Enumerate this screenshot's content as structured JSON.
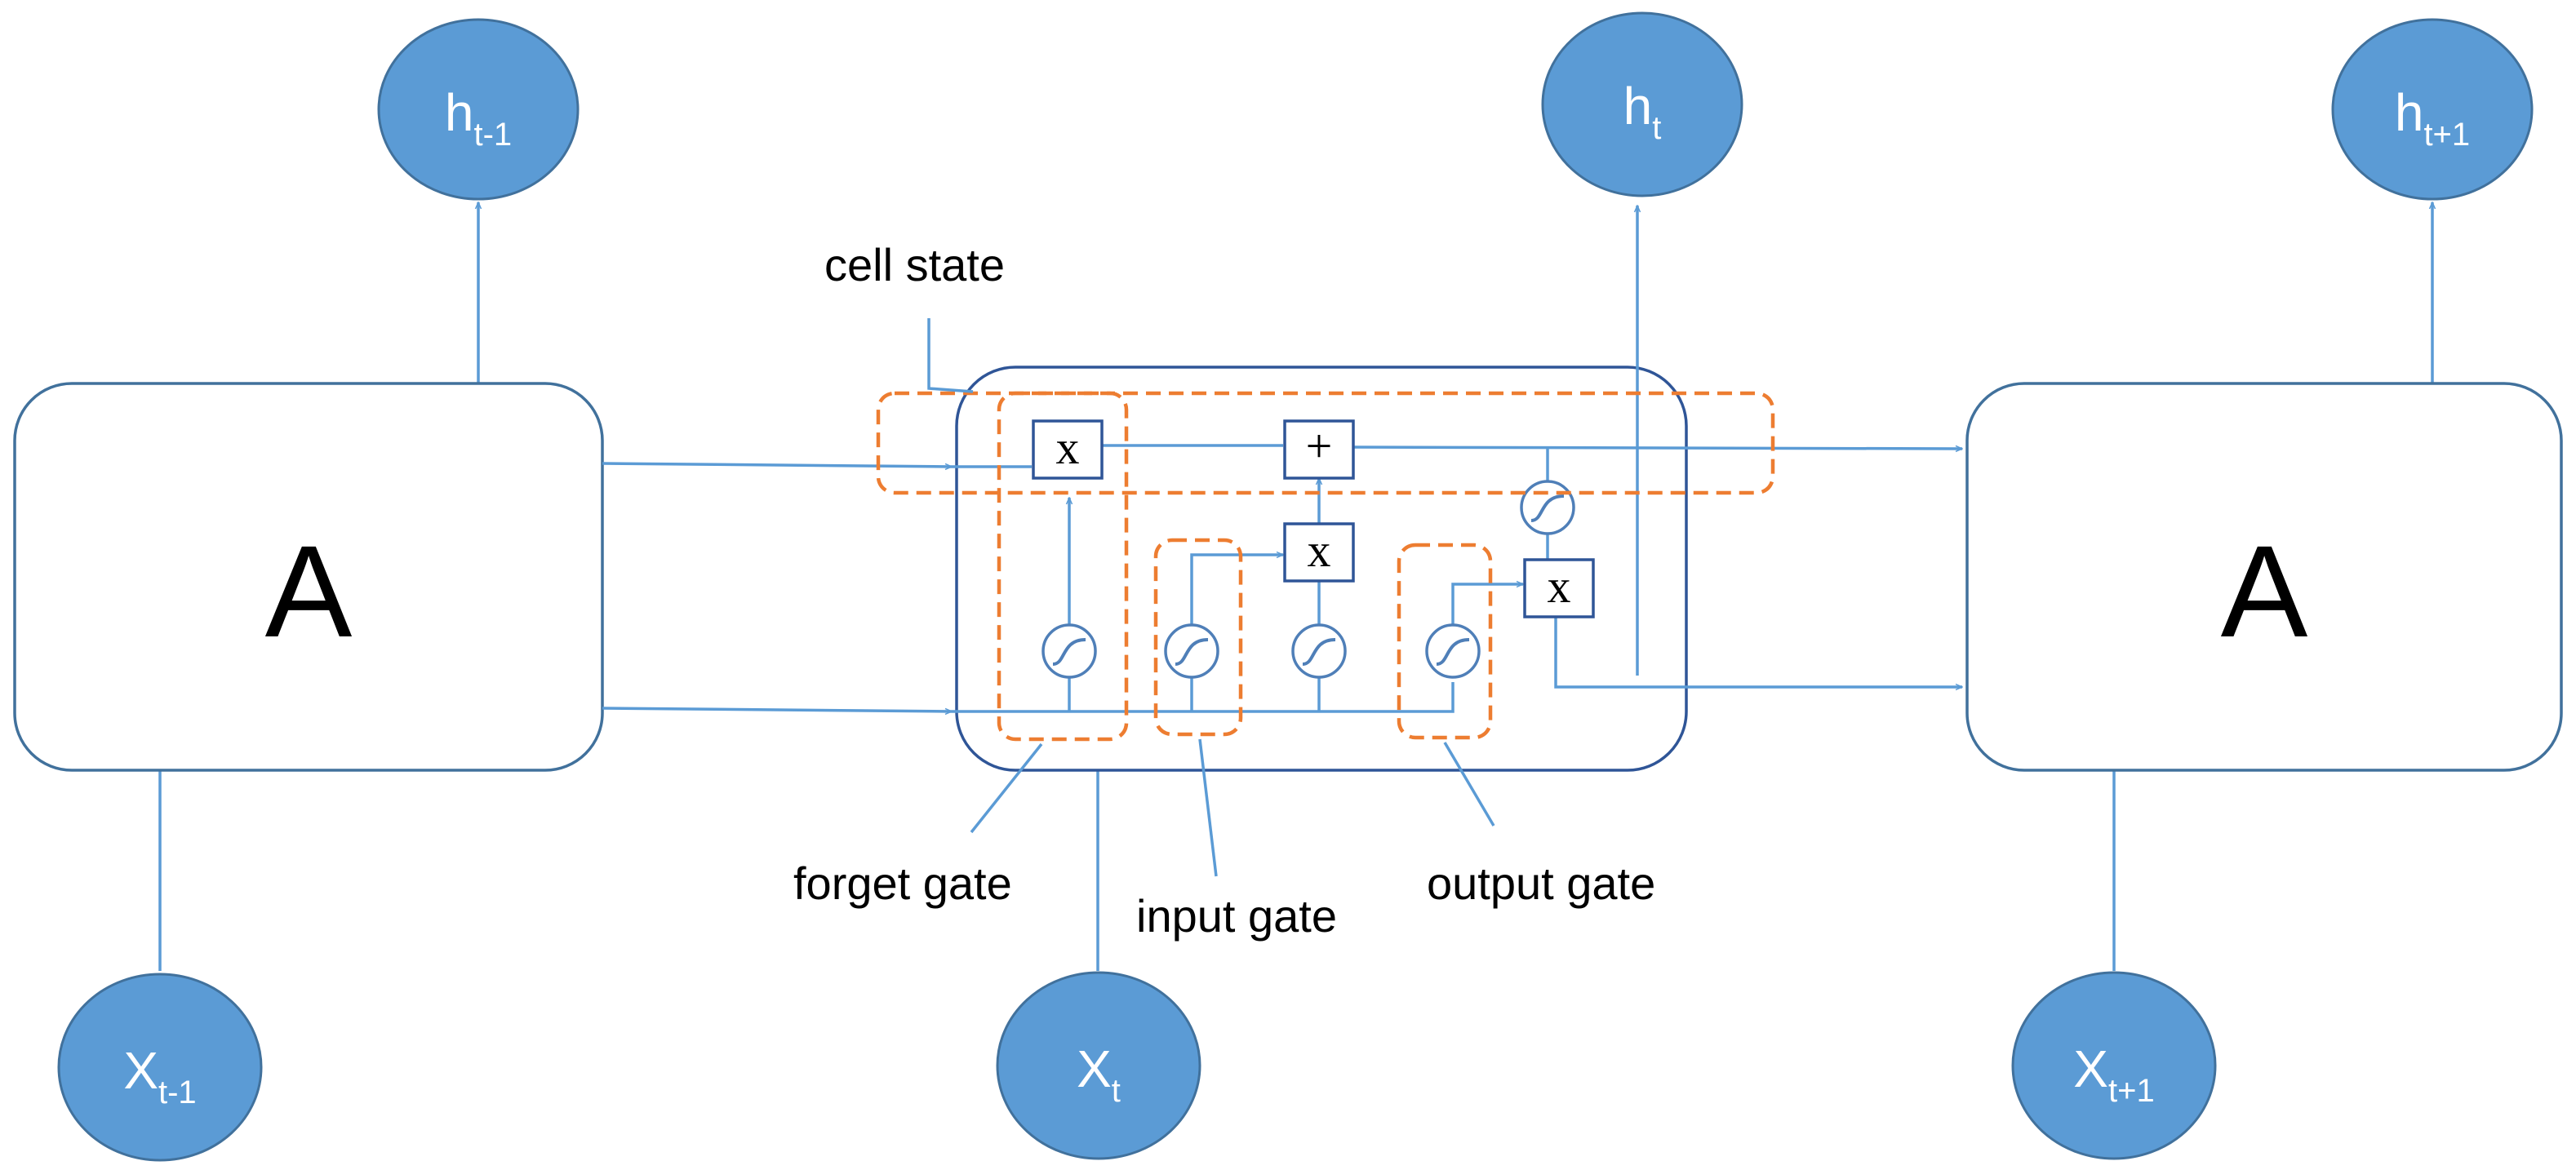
{
  "diagram": {
    "blocks": {
      "left": "A",
      "right": "A"
    },
    "nodes": {
      "h_prev": {
        "main": "h",
        "sub": "t-1"
      },
      "h_curr": {
        "main": "h",
        "sub": "t"
      },
      "h_next": {
        "main": "h",
        "sub": "t+1"
      },
      "x_prev": {
        "main": "X",
        "sub": "t-1"
      },
      "x_curr": {
        "main": "X",
        "sub": "t"
      },
      "x_next": {
        "main": "X",
        "sub": "t+1"
      }
    },
    "operators": {
      "multiply": "x",
      "add": "+"
    },
    "labels": {
      "cell_state": "cell state",
      "forget_gate": "forget gate",
      "input_gate": "input gate",
      "output_gate": "output gate"
    },
    "colors": {
      "node_fill": "#5b9bd5",
      "line": "#5b9bd5",
      "dash": "#ed7d31",
      "box_stroke": "#41719c"
    }
  }
}
